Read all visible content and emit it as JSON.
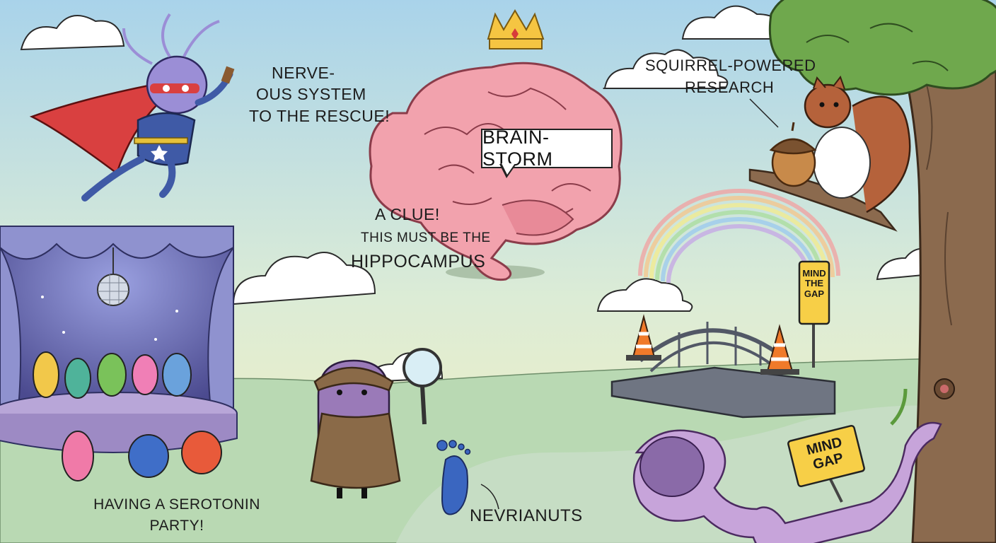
{
  "labels": {
    "hero_line1": "NERVE-",
    "hero_line2": "OUS SYSTEM",
    "hero_line3": "TO THE RESCUE!",
    "brain_bubble": "BRAIN-STORM",
    "clue_line1": "A CLUE!",
    "clue_line2": "THIS MUST BE THE",
    "clue_line3": "HIPPOCAMPUS",
    "squirrel_line1": "SQUIRREL-POWERED",
    "squirrel_line2": "RESEARCH",
    "party_line1": "HAVING A SEROTONIN",
    "party_line2": "PARTY!",
    "footprint": "NEVRIANUTS",
    "sign_top_1": "MIND",
    "sign_top_2": "THE",
    "sign_top_3": "GAP",
    "sign_bottom_1": "MIND",
    "sign_bottom_2": "GAP"
  },
  "colors": {
    "sky_top": "#a9d3ea",
    "sky_bottom": "#f3f0c2",
    "grass": "#b9d9b3",
    "path": "#c7dcc6",
    "brain": "#f2a2ad",
    "tree_trunk": "#8b6a4e",
    "foliage": "#6fa84d",
    "curtain": "#8f92cf",
    "sign_yellow": "#f7cf47"
  },
  "icons": [
    "crown-icon",
    "disco-ball-icon",
    "magnifying-glass-icon",
    "footprint-icon",
    "acorn-icon",
    "traffic-cone-icon"
  ]
}
